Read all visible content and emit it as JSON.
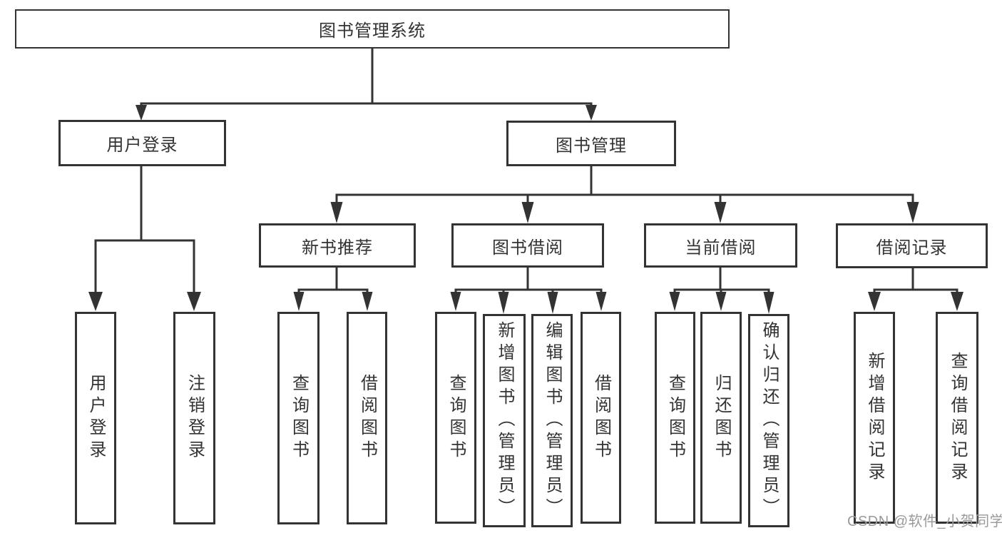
{
  "diagram": {
    "title": "图书管理系统",
    "nodes": {
      "root": {
        "label": "图书管理系统"
      },
      "user_login": {
        "label": "用户登录",
        "children": [
          {
            "label": "用户登录"
          },
          {
            "label": "注销登录"
          }
        ]
      },
      "book_management": {
        "label": "图书管理",
        "children": [
          {
            "label": "新书推荐",
            "children": [
              {
                "label": "查询图书"
              },
              {
                "label": "借阅图书"
              }
            ]
          },
          {
            "label": "图书借阅",
            "children": [
              {
                "label": "查询图书"
              },
              {
                "label": "新增图书（管理员）"
              },
              {
                "label": "编辑图书（管理员）"
              },
              {
                "label": "借阅图书"
              }
            ]
          },
          {
            "label": "当前借阅",
            "children": [
              {
                "label": "查询图书"
              },
              {
                "label": "归还图书"
              },
              {
                "label": "确认归还（管理员）"
              }
            ]
          },
          {
            "label": "借阅记录",
            "children": [
              {
                "label": "新增借阅记录"
              },
              {
                "label": "查询借阅记录"
              }
            ]
          }
        ]
      }
    },
    "colors": {
      "line": "#333333",
      "box_border": "#333333",
      "text": "#333333",
      "background": "#ffffff",
      "watermark": "#9a9a9a"
    }
  },
  "watermark": {
    "text": "CSDN @软件_小贺同学"
  }
}
